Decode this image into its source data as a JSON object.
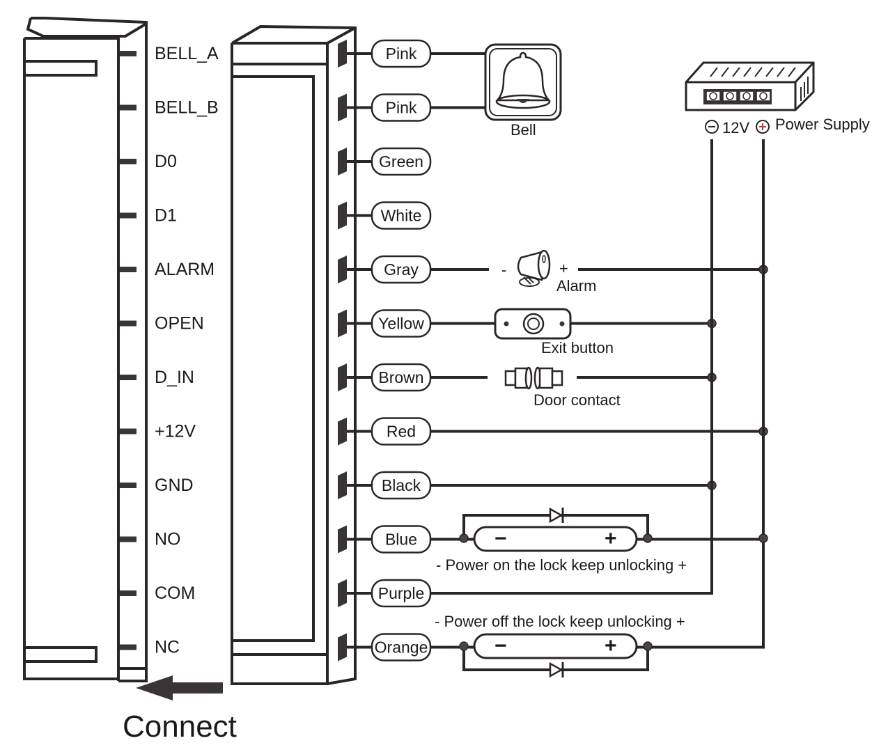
{
  "diagram": {
    "title": "Access control wiring diagram",
    "connect_label": "Connect",
    "terminal_pins": [
      "BELL_A",
      "BELL_B",
      "D0",
      "D1",
      "ALARM",
      "OPEN",
      "D_IN",
      "+12V",
      "GND",
      "NO",
      "COM",
      "NC"
    ],
    "wires": [
      "Pink",
      "Pink",
      "Green",
      "White",
      "Gray",
      "Yellow",
      "Brown",
      "Red",
      "Black",
      "Blue",
      "Purple",
      "Orange"
    ],
    "devices": {
      "bell": "Bell",
      "alarm": "Alarm",
      "alarm_minus": "-",
      "alarm_plus": "+",
      "exit_button": "Exit button",
      "door_contact": "Door contact",
      "power_supply": "Power Supply",
      "power_voltage": "12V",
      "power_minus_symbol": "−",
      "power_plus_symbol": "+",
      "lock_minus": "−",
      "lock_plus": "+",
      "lock_on_caption": "-  Power on the lock keep unlocking  +",
      "lock_off_caption": "-  Power off the lock keep unlocking   +"
    }
  }
}
